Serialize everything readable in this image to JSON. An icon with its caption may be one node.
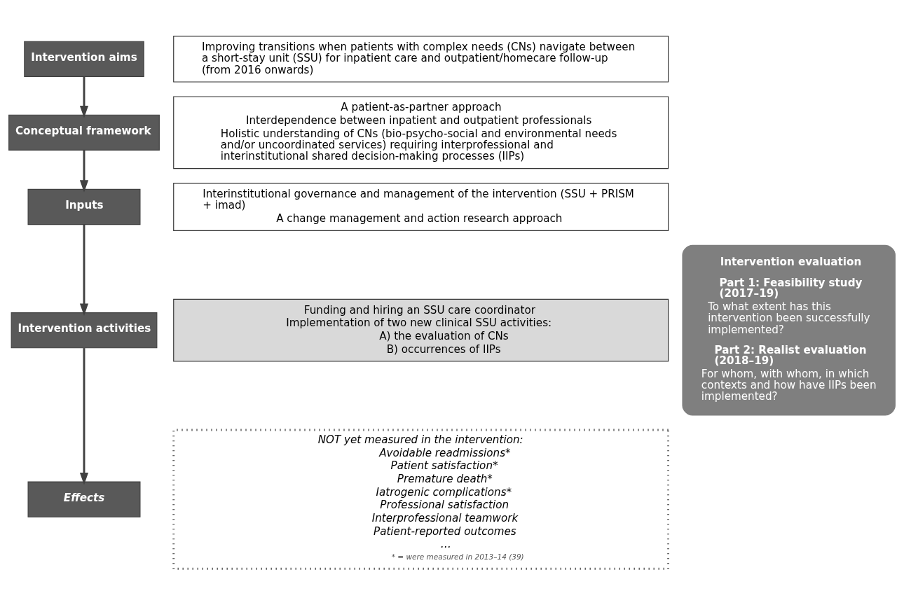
{
  "diagram": {
    "nodes": [
      {
        "text": [
          "Intervention aims"
        ]
      },
      {
        "text": [
          "Improving transitions when patients with complex needs (CNs) navigate between a short-stay unit (SSU) for inpatient care and outpatient/homecare follow-up (from 2016 onwards)"
        ]
      },
      {
        "text": [
          "Conceptual framework"
        ]
      },
      {
        "text": [
          "A patient-as-partner approach",
          "Interdependence between inpatient and outpatient professionals",
          "Holistic understanding of CNs (bio-psycho-social and environmental needs and/or uncoordinated services) requiring interprofessional and interinstitutional shared decision-making processes (IIPs)"
        ]
      },
      {
        "text": [
          "Inputs"
        ]
      },
      {
        "text": [
          "Interinstitutional governance and management of the intervention (SSU + PRISM + imad)",
          "A change management and action research approach"
        ]
      },
      {
        "text": [
          "Intervention activities"
        ]
      },
      {
        "text": [
          "Funding and hiring an SSU care coordinator",
          "Implementation of two new clinical SSU activities:",
          "A) the evaluation of CNs",
          "B) occurrences of IIPs"
        ]
      },
      {
        "text": [
          "Effects"
        ]
      },
      {
        "text": [
          "NOT yet measured in the intervention:",
          "Avoidable readmissions*",
          "Patient satisfaction*",
          "Premature death*",
          "Iatrogenic complications*",
          "Professional satisfaction",
          "Interprofessional teamwork",
          "Patient-reported outcomes",
          "…",
          "* = were measured in 2013–14 (39)"
        ]
      },
      {
        "text": [
          "Intervention evaluation",
          "Part 1: Feasibility study (2017–19)",
          "To what extent has this intervention been successfully implemented?",
          "Part 2: Realist evaluation (2018–19)",
          "For whom, with whom, in which contexts and how have IIPs been implemented?"
        ]
      }
    ],
    "edges": [
      {
        "from": 0,
        "to": 2,
        "arrow": "to"
      },
      {
        "from": 2,
        "to": 4,
        "arrow": "to"
      },
      {
        "from": 4,
        "to": 6,
        "arrow": "to"
      },
      {
        "from": 6,
        "to": 8,
        "arrow": "to"
      }
    ]
  }
}
